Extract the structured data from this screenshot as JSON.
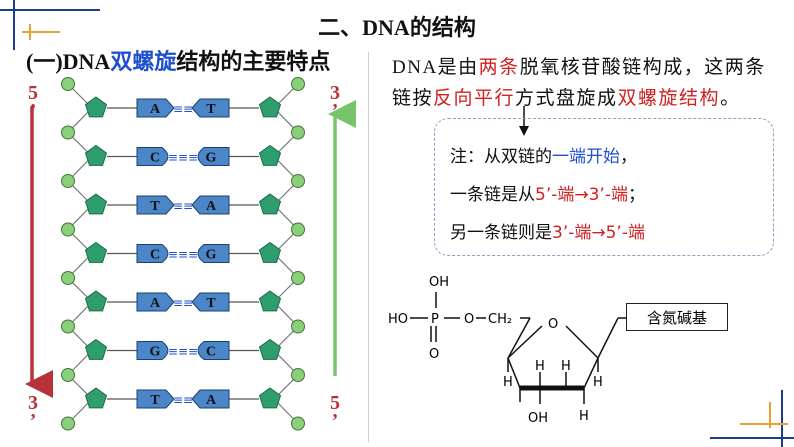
{
  "title": "二、DNA的结构",
  "subtitle": {
    "prefix": "(一)DNA",
    "highlight": "双螺旋",
    "suffix": "结构的主要特点"
  },
  "strand_labels": {
    "left_top": "5",
    "left_top_mark": "’",
    "left_bottom": "3",
    "left_bottom_mark": "’",
    "right_top": "3",
    "right_top_mark": "’",
    "right_bottom": "5",
    "right_bottom_mark": "’"
  },
  "base_pairs": [
    {
      "left": "A",
      "right": "T",
      "bond": "≡≡"
    },
    {
      "left": "C",
      "right": "G",
      "bond": "≡≡≡"
    },
    {
      "left": "T",
      "right": "A",
      "bond": "≡≡"
    },
    {
      "left": "C",
      "right": "G",
      "bond": "≡≡≡"
    },
    {
      "left": "A",
      "right": "T",
      "bond": "≡≡"
    },
    {
      "left": "G",
      "right": "C",
      "bond": "≡≡≡"
    },
    {
      "left": "T",
      "right": "A",
      "bond": "≡≡"
    }
  ],
  "paragraph": {
    "p1": "DNA是由",
    "p2": "两条",
    "p3": "脱氧核苷酸链构成，这两条链按",
    "p4": "反向平行",
    "p5": "方式盘旋成",
    "p6": "双螺旋结构",
    "p7": "。"
  },
  "note": {
    "line1_a": "注：从双链的",
    "line1_b": "一端开始",
    "line1_c": "，",
    "line2_a": "一条链是从",
    "line2_b": "5’-端→3’-端",
    "line2_c": "；",
    "line3_a": "另一条链则是",
    "line3_b": "3’-端→5’-端"
  },
  "nucleotide": {
    "oh_top": "OH",
    "ho_left": "HO",
    "p": "P",
    "o1": "O",
    "ch2": "CH₂",
    "o_double": "O",
    "ring_o": "O",
    "h1": "H",
    "h2": "H",
    "h3": "H",
    "h4": "H",
    "oh_bottom": "OH",
    "h_bottom": "H",
    "base_label": "含氮碱基"
  },
  "colors": {
    "base_fill": "#4a86c8",
    "sugar": "#2f9e6e",
    "phosphate": "#8bcf7a",
    "arrow_left": "#b8323a",
    "arrow_right": "#79c36a",
    "accent_blue": "#1f4fd1",
    "accent_red": "#d12020"
  }
}
